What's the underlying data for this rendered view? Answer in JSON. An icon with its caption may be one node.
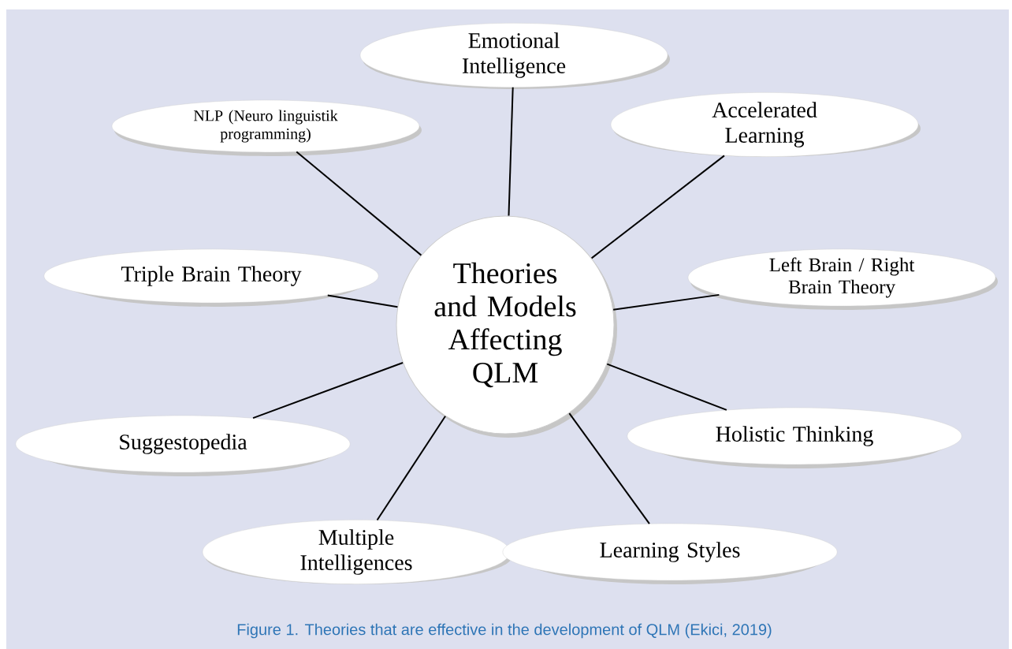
{
  "diagram": {
    "caption": "Figure 1. Theories that are effective in the development of QLM (Ekici, 2019)",
    "nodes": [
      {
        "text": [
          "Theories and Models Affecting QLM"
        ]
      },
      {
        "text": [
          "Emotional Intelligence"
        ]
      },
      {
        "text": [
          "NLP (Neuro linguistik programming)"
        ]
      },
      {
        "text": [
          "Accelerated Learning"
        ]
      },
      {
        "text": [
          "Triple Brain Theory"
        ]
      },
      {
        "text": [
          "Left Brain / Right Brain Theory"
        ]
      },
      {
        "text": [
          "Suggestopedia"
        ]
      },
      {
        "text": [
          "Holistic Thinking"
        ]
      },
      {
        "text": [
          "Multiple Intelligences"
        ]
      },
      {
        "text": [
          "Learning Styles"
        ]
      }
    ],
    "edges": [
      {
        "from": 0,
        "to": 1,
        "arrow": "none"
      },
      {
        "from": 0,
        "to": 2,
        "arrow": "none"
      },
      {
        "from": 0,
        "to": 3,
        "arrow": "none"
      },
      {
        "from": 0,
        "to": 4,
        "arrow": "none"
      },
      {
        "from": 0,
        "to": 5,
        "arrow": "none"
      },
      {
        "from": 0,
        "to": 6,
        "arrow": "none"
      },
      {
        "from": 0,
        "to": 7,
        "arrow": "none"
      },
      {
        "from": 0,
        "to": 8,
        "arrow": "none"
      },
      {
        "from": 0,
        "to": 9,
        "arrow": "none"
      }
    ]
  }
}
